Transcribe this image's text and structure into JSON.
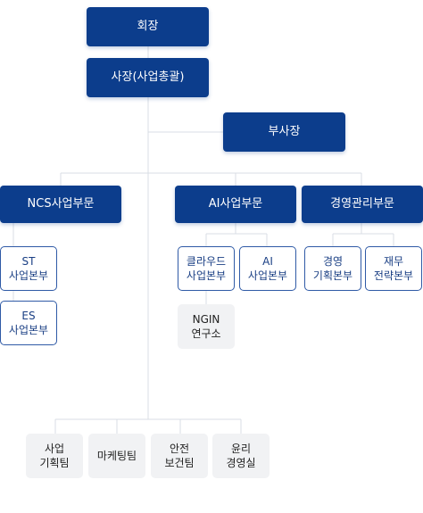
{
  "org": {
    "ceo": "회장",
    "president": "사장(사업총괄)",
    "vice_president": "부사장",
    "divisions": {
      "ncs": "NCS사업부문",
      "ai": "AI사업부문",
      "mgmt": "경영관리부문"
    },
    "ncs_units": {
      "st": "ST\n사업본부",
      "es": "ES\n사업본부"
    },
    "ai_units": {
      "cloud": "클라우드\n사업본부",
      "ai": "AI\n사업본부",
      "ngin": "NGIN\n연구소"
    },
    "mgmt_units": {
      "planning": "경영\n기획본부",
      "finance": "재무\n전략본부"
    },
    "teams": {
      "biz_planning": "사업\n기획팀",
      "marketing": "마케팅팀",
      "safety": "안전\n보건팀",
      "ethics": "윤리\n경영실"
    }
  },
  "colors": {
    "primary": "#0c3d8c",
    "outline": "#2f5aa6",
    "gray_box": "#f1f2f4",
    "connector": "#d9dde4"
  }
}
